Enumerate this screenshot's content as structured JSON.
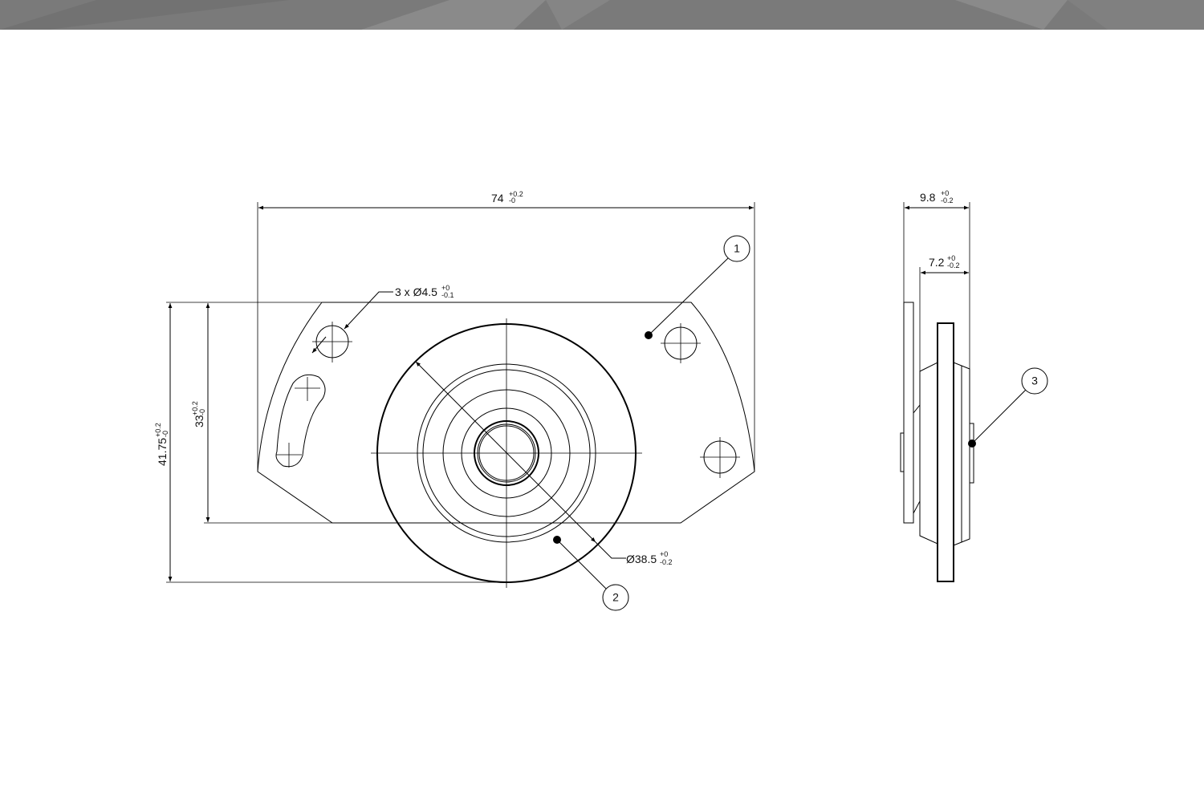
{
  "dimensions": {
    "width": {
      "nominal": "74",
      "tol_upper": "+0.2",
      "tol_lower": "-0"
    },
    "height_total": {
      "nominal": "41.75",
      "tol_upper": "+0.2",
      "tol_lower": "-0"
    },
    "height_flange": {
      "nominal": "33",
      "tol_upper": "+0.2",
      "tol_lower": "-0"
    },
    "holes": {
      "nominal": "3 x Ø4.5",
      "tol_upper": "+0",
      "tol_lower": "-0.1"
    },
    "diameter": {
      "nominal": "Ø38.5",
      "tol_upper": "+0",
      "tol_lower": "-0.2"
    },
    "depth_total": {
      "nominal": "9.8",
      "tol_upper": "+0",
      "tol_lower": "-0.2"
    },
    "depth_body": {
      "nominal": "7.2",
      "tol_upper": "+0",
      "tol_lower": "-0.2"
    }
  },
  "balloons": {
    "b1": "1",
    "b2": "2",
    "b3": "3"
  }
}
